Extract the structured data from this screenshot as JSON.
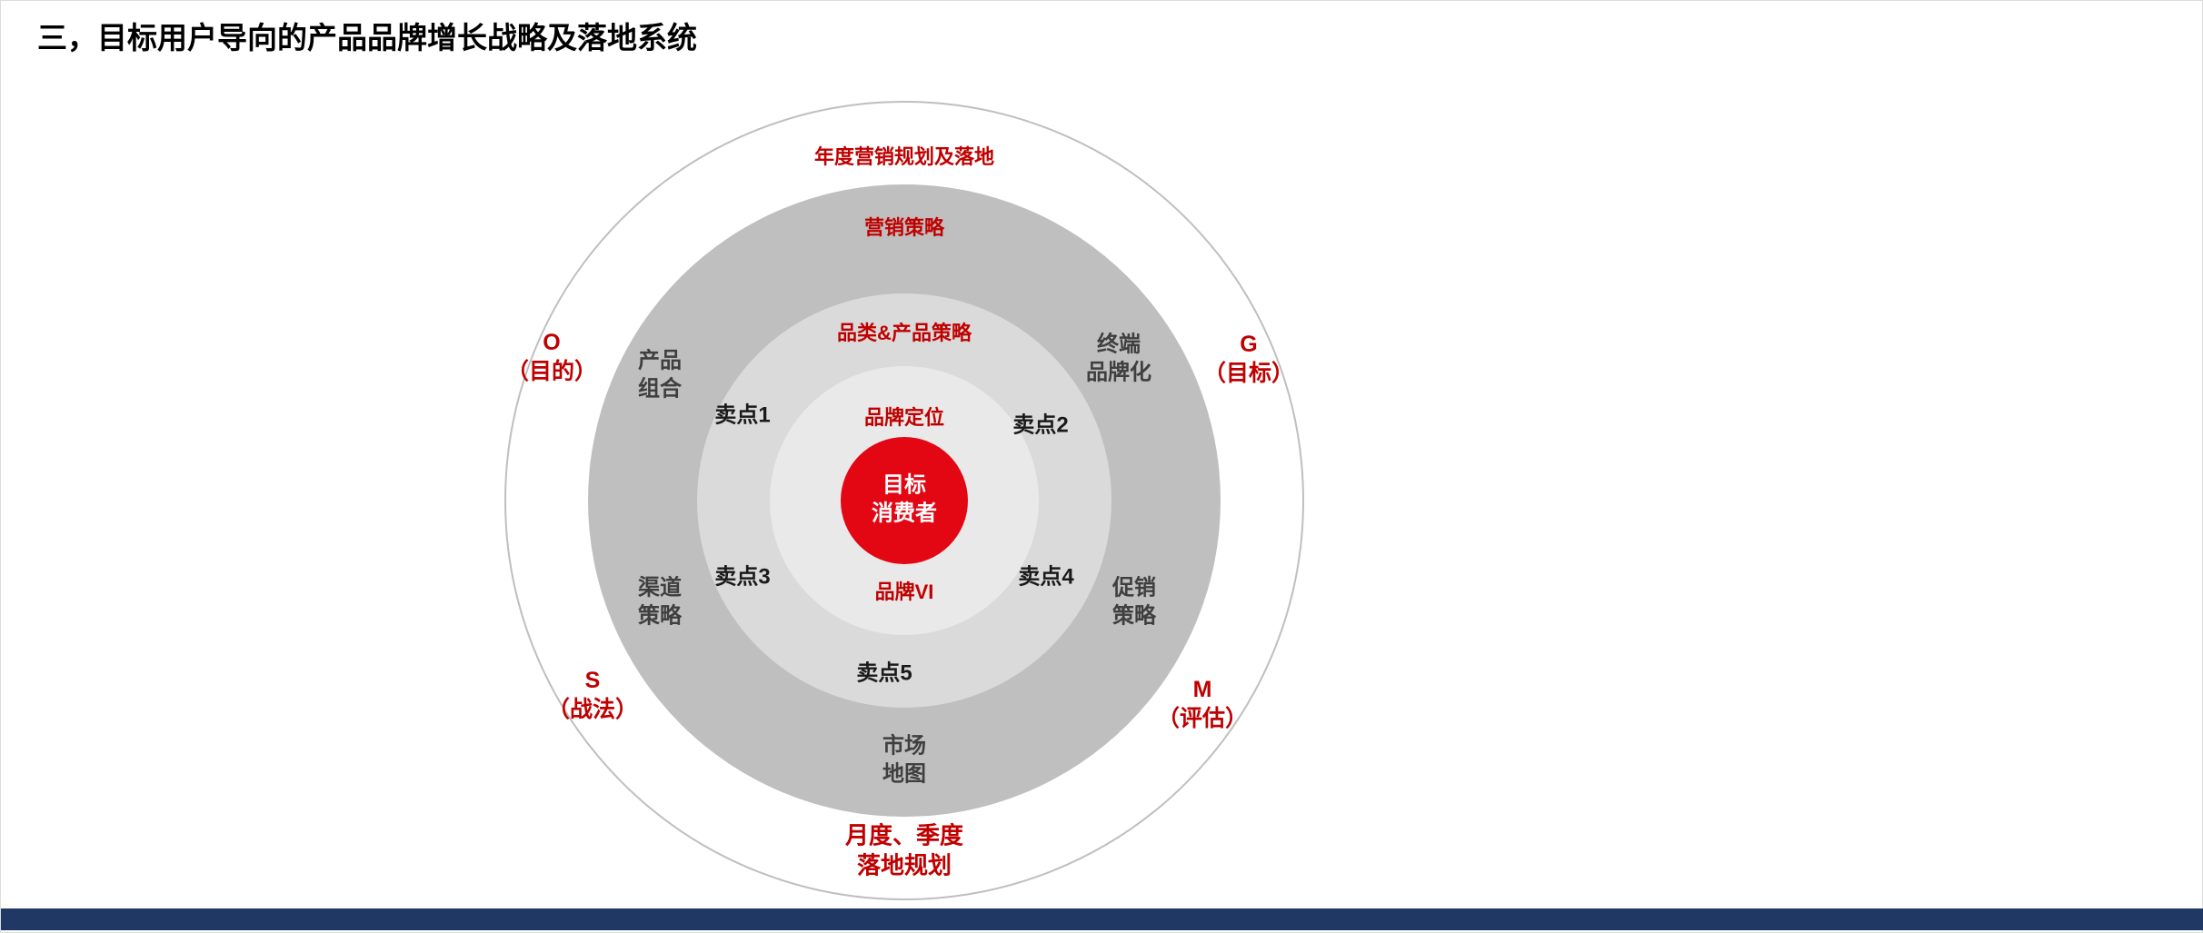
{
  "page": {
    "title": "三，目标用户导向的产品品牌增长战略及落地系统"
  },
  "colors": {
    "red_text": "#C00000",
    "center_circle": "#E30613",
    "ring2_fill": "#BFBFBF",
    "ring3_fill": "#DADADA",
    "ring4_fill": "#E9E9E9",
    "outer_ring_border": "#BFBFBF",
    "dark_label": "#3F3F3F",
    "selling_point_text": "#1A1A1A",
    "footer_bar": "#1F3864",
    "title_text": "#000000"
  },
  "diagram": {
    "ring_labels": {
      "annual_plan": "年度营销规划及落地",
      "marketing_strategy": "营销策略",
      "category_product": "品类&产品策略",
      "brand_positioning": "品牌定位",
      "brand_vi": "品牌VI"
    },
    "center": "目标\n消费者",
    "selling_points": [
      "卖点1",
      "卖点2",
      "卖点3",
      "卖点4",
      "卖点5"
    ],
    "strategy_labels": {
      "product_mix": "产品\n组合",
      "terminal_branding": "终端\n品牌化",
      "channel_strategy": "渠道\n策略",
      "promotion_strategy": "促销\n策略",
      "market_map": "市场\n地图"
    },
    "ogsm": [
      "O\n（目的）",
      "G\n（目标）",
      "S\n（战法）",
      "M\n（评估）"
    ],
    "bottom_note": "月度、季度\n落地规划"
  }
}
